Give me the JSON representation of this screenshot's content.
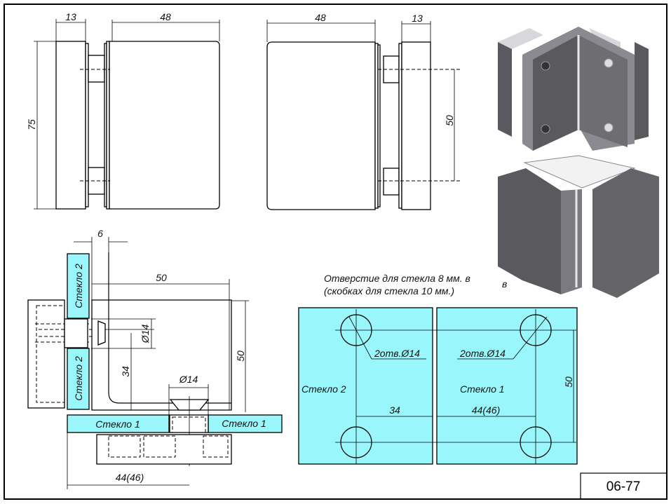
{
  "drawing": {
    "code": "06-77",
    "note_line1": "Отверстие для стекла 8 мм. в",
    "note_line2": "(скобках для стекла 10 мм.)",
    "colors": {
      "glass": "#99f6fb",
      "line": "#000000"
    }
  },
  "front_view_left": {
    "dim_depth": "13",
    "dim_width": "48",
    "dim_height": "75"
  },
  "front_view_right": {
    "dim_width": "48",
    "dim_depth": "13",
    "dim_hole_spacing": "50"
  },
  "top_section": {
    "dim_offset": "6",
    "dim_length": "50",
    "dim_height": "50",
    "dim_hole_left": "Ø14",
    "dim_hole_bottom": "Ø14",
    "dim_34": "34",
    "dim_bottom": "44(46)",
    "glass2_top": "Стекло 2",
    "glass2_bottom": "Стекло 2",
    "glass1_left": "Стекло 1",
    "glass1_right": "Стекло 1"
  },
  "hole_layout": {
    "glass2_label": "Стекло 2",
    "glass1_label": "Стекло 1",
    "holes_left": "2отв.Ø14",
    "holes_right": "2отв.Ø14",
    "dim_34": "34",
    "dim_44": "44(46)",
    "dim_50": "50"
  },
  "iso_view": {
    "icon": "glass-corner-clamp-render"
  }
}
